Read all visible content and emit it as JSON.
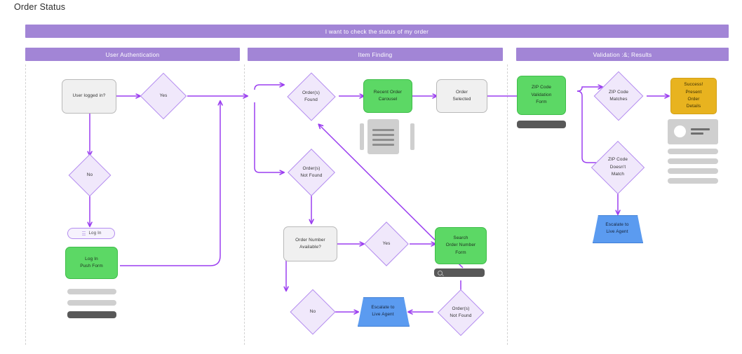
{
  "page": {
    "title": "Order Status"
  },
  "banner": {
    "label": "I want to check the status of my order",
    "color": "#a285d6"
  },
  "lanes": [
    {
      "id": "user-authentication",
      "label": "User Authentication"
    },
    {
      "id": "item-finding",
      "label": "Item Finding"
    },
    {
      "id": "validation-results",
      "label": "Validation :&; Results"
    }
  ],
  "colors": {
    "accent_purple": "#a285d6",
    "arrow_purple": "#9b3ff0",
    "diamond_fill": "#f0e8fb",
    "diamond_stroke": "#b48cf0",
    "screen_green": "#5cd865",
    "success_amber": "#e8b31f",
    "escalate_blue": "#5b9bf0",
    "neutral_grey": "#cfcfcf",
    "dark_grey": "#585858",
    "rect_fill": "#f0f0f0",
    "rect_stroke": "#b9b9b9"
  },
  "nodes": {
    "user_logged_in": {
      "label": "User logged in?",
      "type": "process",
      "lane": "user-authentication"
    },
    "auth_yes": {
      "label": "Yes",
      "type": "decision",
      "lane": "user-authentication"
    },
    "auth_no": {
      "label": "No",
      "type": "decision",
      "lane": "user-authentication"
    },
    "log_in_button": {
      "label": "Log In",
      "type": "button",
      "lane": "user-authentication"
    },
    "log_in_push_form": {
      "line1": "Log In",
      "line2": "Push Form",
      "type": "screen",
      "lane": "user-authentication"
    },
    "orders_found": {
      "line1": "Order(s)",
      "line2": "Found",
      "type": "decision",
      "lane": "item-finding"
    },
    "orders_not_found": {
      "line1": "Order(s)",
      "line2": "Not Found",
      "type": "decision",
      "lane": "item-finding"
    },
    "recent_order_carousel": {
      "line1": "Recent Order",
      "line2": "Carousel",
      "type": "screen",
      "lane": "item-finding"
    },
    "order_selected": {
      "line1": "Order",
      "line2": "Selected",
      "type": "process",
      "lane": "item-finding"
    },
    "order_number_available": {
      "line1": "Order Number",
      "line2": "Available?",
      "type": "process",
      "lane": "item-finding"
    },
    "order_number_yes": {
      "label": "Yes",
      "type": "decision",
      "lane": "item-finding"
    },
    "order_number_no": {
      "label": "No",
      "type": "decision",
      "lane": "item-finding"
    },
    "search_order_form": {
      "line1": "Search",
      "line2": "Order Number",
      "line3": "Form",
      "type": "screen",
      "lane": "item-finding"
    },
    "orders_not_found_2": {
      "line1": "Order(s)",
      "line2": "Not Found",
      "type": "decision",
      "lane": "item-finding"
    },
    "escalate_mid": {
      "line1": "Escalate to",
      "line2": "Live Agent",
      "type": "terminator",
      "lane": "item-finding"
    },
    "zip_validation_form": {
      "line1": "ZIP Code",
      "line2": "Validation",
      "line3": "Form",
      "type": "screen",
      "lane": "validation-results"
    },
    "zip_matches": {
      "line1": "ZIP Code",
      "line2": "Matches",
      "type": "decision",
      "lane": "validation-results"
    },
    "zip_doesnt_match": {
      "line1": "ZIP Code",
      "line2": "Doesn't",
      "line3": "Match",
      "type": "decision",
      "lane": "validation-results"
    },
    "success_order_details": {
      "line1": "Success!",
      "line2": "Present",
      "line3": "Order",
      "line4": "Details",
      "type": "outcome",
      "lane": "validation-results"
    },
    "escalate_right": {
      "line1": "Escalate to",
      "line2": "Live Agent",
      "type": "terminator",
      "lane": "validation-results"
    }
  }
}
